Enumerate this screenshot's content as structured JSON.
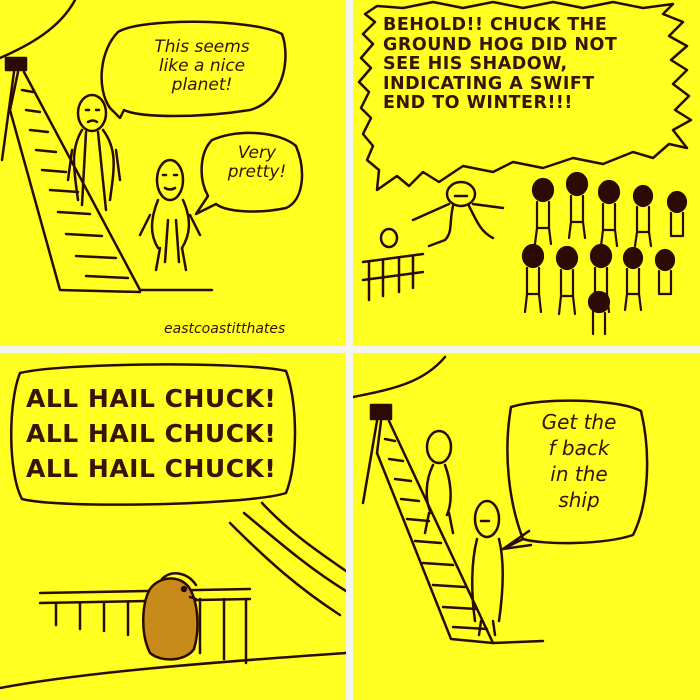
{
  "comic": {
    "panel1": {
      "speech_left": [
        "This seems",
        "like a nice",
        "planet!"
      ],
      "speech_right": [
        "Very",
        "pretty!"
      ],
      "signature": "eastcoastitthates"
    },
    "panel2": {
      "announcement": [
        "BEHOLD!! CHUCK THE",
        "GROUND HOG DID NOT",
        "SEE HIS SHADOW,",
        "INDICATING A SWIFT",
        "END TO WINTER!!!"
      ]
    },
    "panel3": {
      "chant": [
        "ALL HAIL CHUCK!",
        "ALL HAIL CHUCK!",
        "ALL HAIL CHUCK!"
      ]
    },
    "panel4": {
      "speech": [
        "Get the",
        "f back",
        "in the",
        "ship"
      ]
    }
  },
  "colors": {
    "paper": "#ffff22",
    "ink": "#2a0c04",
    "text_ink": "#3a1206",
    "gutter": "#f4f4f0",
    "groundhog": "#c88a1a"
  }
}
